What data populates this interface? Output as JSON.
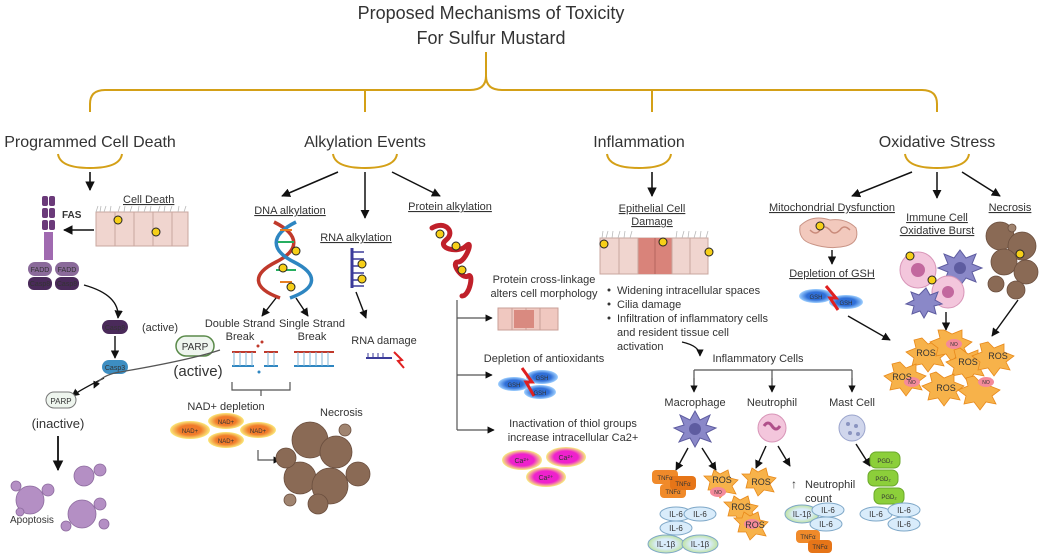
{
  "title": {
    "line1": "Proposed Mechanisms of Toxicity",
    "line2": "For Sulfur Mustard"
  },
  "colors": {
    "bracket": "#d4a017",
    "arrow": "#111111",
    "necrosis": "#8a6a55",
    "cell_pink": "#f0d5cf",
    "nad": "#f07a2a",
    "calcium": "#ee22cc",
    "gsh": "#2f6fd8",
    "ros": "#f7b24a",
    "il": "#d9ecfb",
    "pgd": "#8ccf3a",
    "tnf": "#f08a2a",
    "apoptosis": "#b48fc4",
    "casp": "#5a3a6a"
  },
  "categories": {
    "programmed": "Programmed Cell Death",
    "alkylation": "Alkylation Events",
    "inflammation": "Inflammation",
    "oxidative": "Oxidative Stress"
  },
  "programmed": {
    "cell_death": "Cell Death",
    "fas": "FAS",
    "fadd": "FADD",
    "casp8": "Casp8",
    "casp3": "Casp3",
    "active": "(active)",
    "parp": "PARP",
    "inactive": "(inactive)",
    "apoptosis": "Apoptosis"
  },
  "alkylation": {
    "dna": "DNA alkylation",
    "rna": "RNA alkylation",
    "protein": "Protein alkylation",
    "double_strand_1": "Double Strand",
    "double_strand_2": "Break",
    "single_strand_1": "Single Strand",
    "single_strand_2": "Break",
    "parp": "PARP",
    "parp_active": "(active)",
    "nad_depletion": "NAD+ depletion",
    "nad_token": "NAD+",
    "necrosis": "Necrosis",
    "rna_damage": "RNA damage",
    "crosslink_1": "Protein cross-linkage",
    "crosslink_2": "alters cell morphology",
    "antioxidants": "Depletion of antioxidants",
    "gsh": "GSH",
    "thiol_1": "Inactivation of thiol groups",
    "thiol_2": "increase intracellular Ca2+",
    "ca": "Ca²⁺"
  },
  "inflammation": {
    "epithelial_1": "Epithelial Cell",
    "epithelial_2": "Damage",
    "bullets": [
      "Widening intracellular spaces",
      "Cilia damage",
      "Infiltration of inflammatory cells",
      "and resident tissue cell",
      "activation"
    ],
    "inflammatory_cells": "Inflammatory Cells",
    "macrophage": "Macrophage",
    "neutrophil": "Neutrophil",
    "mast_cell": "Mast Cell",
    "tnf": "TNFα",
    "ros": "ROS",
    "no": "NO",
    "il6": "IL-6",
    "il1b": "IL-1β",
    "neutrophil_count_arrow": "↑",
    "neutrophil_count_1": "Neutrophil",
    "neutrophil_count_2": "count",
    "pgd": "PGD₂"
  },
  "oxidative": {
    "mito": "Mitochondrial Dysfunction",
    "immune_1": "Immune Cell",
    "immune_2": "Oxidative Burst",
    "necrosis": "Necrosis",
    "gsh_depletion": "Depletion of GSH",
    "gsh": "GSH",
    "ros": "ROS",
    "no": "NO"
  }
}
